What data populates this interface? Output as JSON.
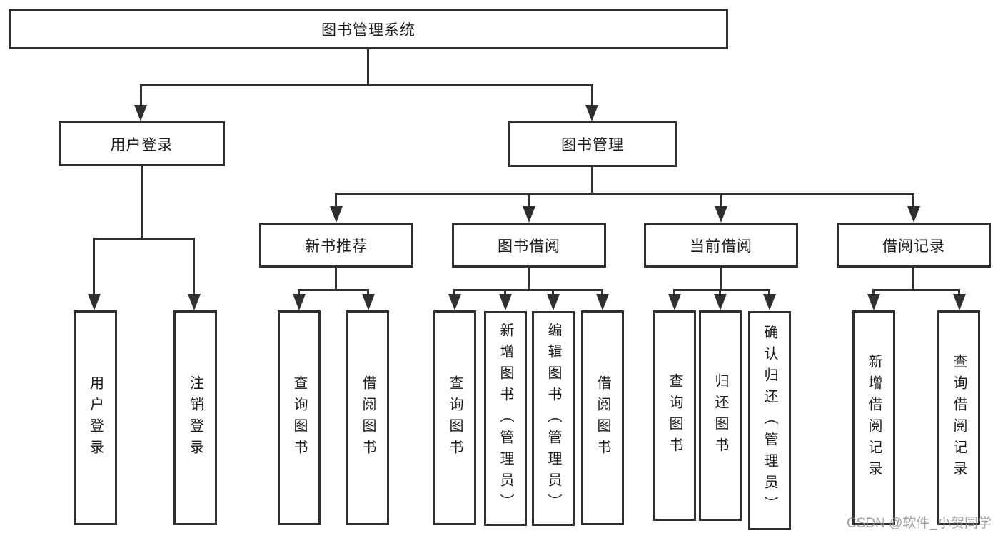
{
  "tree": {
    "root": {
      "label": "图书管理系统"
    },
    "branches": [
      {
        "label": "用户登录",
        "children": [
          "用户登录",
          "注销登录"
        ]
      },
      {
        "label": "图书管理",
        "sections": [
          {
            "label": "新书推荐",
            "children": [
              "查询图书",
              "借阅图书"
            ]
          },
          {
            "label": "图书借阅",
            "children": [
              "查询图书",
              "新增图书（管理员）",
              "编辑图书（管理员）",
              "借阅图书"
            ]
          },
          {
            "label": "当前借阅",
            "children": [
              "查询图书",
              "归还图书",
              "确认归还（管理员）"
            ]
          },
          {
            "label": "借阅记录",
            "children": [
              "新增借阅记录",
              "查询借阅记录"
            ]
          }
        ]
      }
    ]
  },
  "watermark": {
    "text": "CSDN @软件_小贺同学"
  },
  "colors": {
    "line": "#2f2f2f",
    "box_border": "#2f2f2f",
    "box_fill": "#ffffff",
    "text": "#1c1c1c",
    "watermark": "#919191"
  }
}
